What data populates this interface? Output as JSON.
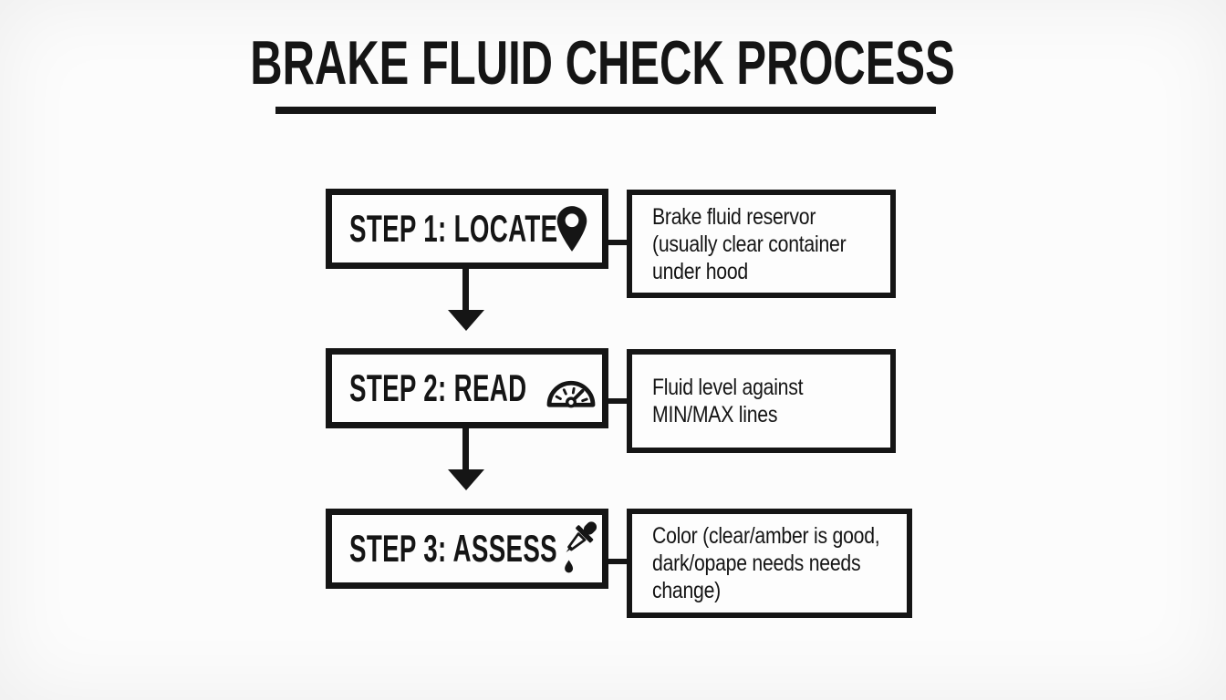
{
  "colors": {
    "ink": "#151515",
    "paper": "#fcfcfc"
  },
  "header": {
    "title": "BRAKE FLUID CHECK PROCESS"
  },
  "steps": [
    {
      "label": "STEP 1: LOCATE",
      "icon": "location-pin-icon",
      "lines": [
        "Brake fluid reservor",
        "(usually clear container",
        "under hood"
      ]
    },
    {
      "label": "STEP 2: READ",
      "icon": "gauge-icon",
      "lines": [
        "Fluid level against",
        "MIN/MAX lines"
      ]
    },
    {
      "label": "STEP 3: ASSESS",
      "icon": "dropper-icon",
      "lines": [
        "Color (clear/amber is good,",
        "dark/opape needs needs",
        "change)"
      ]
    }
  ]
}
